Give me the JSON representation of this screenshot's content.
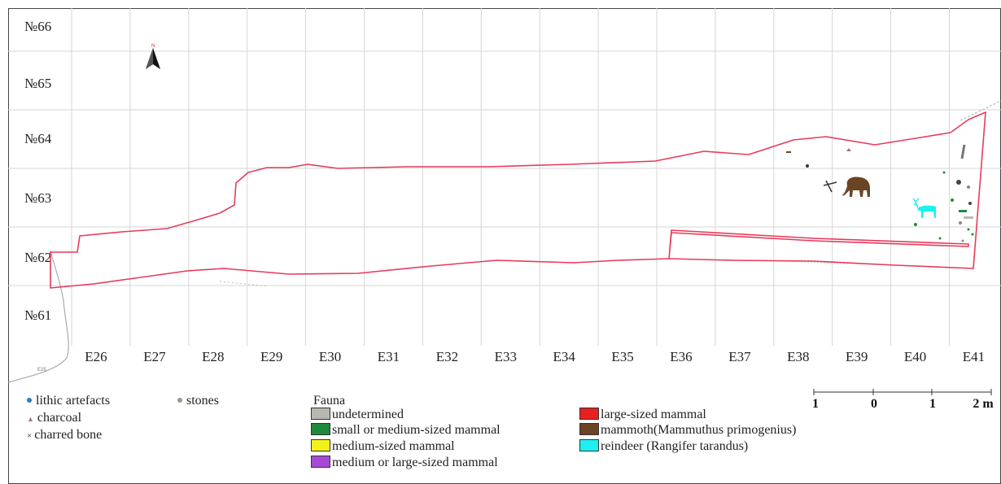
{
  "rows": [
    "№66",
    "№65",
    "№64",
    "№63",
    "№62",
    "№61"
  ],
  "columns": [
    "E26",
    "E27",
    "E28",
    "E29",
    "E30",
    "E31",
    "E32",
    "E33",
    "E34",
    "E35",
    "E36",
    "E37",
    "E38",
    "E39",
    "E40",
    "E41"
  ],
  "corner_label": "E25",
  "legend_symbols": [
    {
      "label": "lithic artefacts",
      "color": "#2a7fb8"
    },
    {
      "label": "stones",
      "color": "#9a9a88"
    },
    {
      "label": "charcoal",
      "color": "#a07a70"
    },
    {
      "label": "charred bone",
      "color": "#222222"
    }
  ],
  "fauna": {
    "title": "Fauna",
    "categories": [
      {
        "label": "undetermined",
        "color": "#b8b8b0"
      },
      {
        "label": "small or medium-sized mammal",
        "color": "#1f8a3c"
      },
      {
        "label": "medium-sized mammal",
        "color": "#f2f21a"
      },
      {
        "label": "medium or large-sized mammal",
        "color": "#a64ad6"
      },
      {
        "label": "large-sized mammal",
        "color": "#e82020"
      },
      {
        "label": "mammoth(Mammuthus primogenius)",
        "color": "#6b4424"
      },
      {
        "label": "reindeer (Rangifer tarandus)",
        "color": "#1ef0f0"
      }
    ]
  },
  "scale_bar": {
    "labels": [
      "1",
      "0",
      "1",
      "2 m"
    ]
  },
  "colors": {
    "outline": "#e83a5a",
    "grid": "#d6d6d6",
    "mammoth": "#6b4424",
    "reindeer": "#1ef0f0"
  }
}
